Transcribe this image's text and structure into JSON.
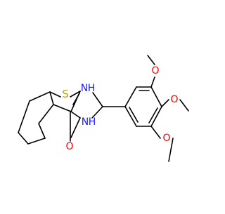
{
  "molecule": {
    "atom_labels": {
      "sulfur": "S",
      "n1": "N",
      "n1_h": "H",
      "n3": "N",
      "n3_h": "H",
      "carbonyl_o": "O",
      "methoxy_o_top": "O",
      "methoxy_o_mid": "O",
      "methoxy_o_bottom": "O"
    },
    "colors": {
      "bond": "#000000",
      "sulfur": "#b5a400",
      "nitrogen": "#1a1aff",
      "oxygen": "#ff0000"
    }
  }
}
